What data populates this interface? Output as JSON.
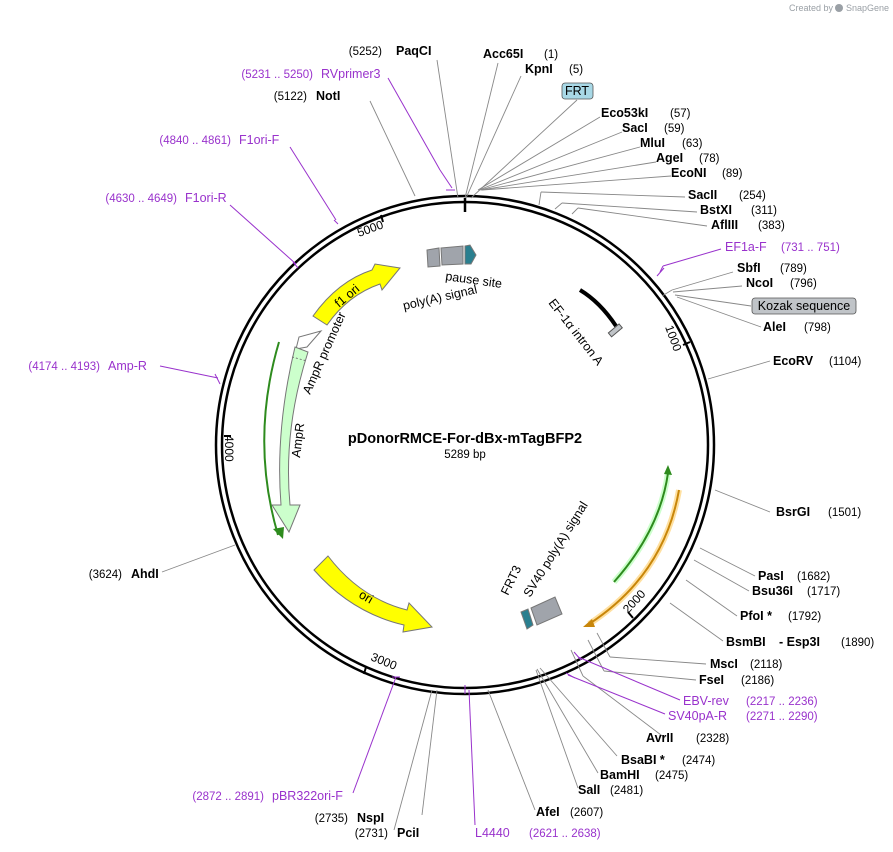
{
  "credit": {
    "prefix": "Created by",
    "brand": "SnapGene"
  },
  "plasmid": {
    "name": "pDonorRMCE-For-dBx-mTagBFP2",
    "size": "5289 bp"
  },
  "ticks": [
    "1000",
    "2000",
    "3000",
    "4000",
    "5000"
  ],
  "enzymes": [
    {
      "name": "PaqCI",
      "pos": "(5252)"
    },
    {
      "name": "Acc65I",
      "pos": "(1)"
    },
    {
      "name": "KpnI",
      "pos": "(5)"
    },
    {
      "name": "NotI",
      "pos": "(5122)"
    },
    {
      "name": "Eco53kI",
      "pos": "(57)"
    },
    {
      "name": "SacI",
      "pos": "(59)"
    },
    {
      "name": "MluI",
      "pos": "(63)"
    },
    {
      "name": "AgeI",
      "pos": "(78)"
    },
    {
      "name": "EcoNI",
      "pos": "(89)"
    },
    {
      "name": "SacII",
      "pos": "(254)"
    },
    {
      "name": "BstXI",
      "pos": "(311)"
    },
    {
      "name": "AflIII",
      "pos": "(383)"
    },
    {
      "name": "SbfI",
      "pos": "(789)"
    },
    {
      "name": "NcoI",
      "pos": "(796)"
    },
    {
      "name": "AleI",
      "pos": "(798)"
    },
    {
      "name": "EcoRV",
      "pos": "(1104)"
    },
    {
      "name": "BsrGI",
      "pos": "(1501)"
    },
    {
      "name": "PasI",
      "pos": "(1682)"
    },
    {
      "name": "Bsu36I",
      "pos": "(1717)"
    },
    {
      "name": "PfoI *",
      "pos": "(1792)"
    },
    {
      "name": "BsmBI",
      "pos": ""
    },
    {
      "name": "- Esp3I",
      "pos": "(1890)"
    },
    {
      "name": "MscI",
      "pos": "(2118)"
    },
    {
      "name": "FseI",
      "pos": "(2186)"
    },
    {
      "name": "AvrII",
      "pos": "(2328)"
    },
    {
      "name": "BsaBI *",
      "pos": "(2474)"
    },
    {
      "name": "BamHI",
      "pos": "(2475)"
    },
    {
      "name": "SalI",
      "pos": "(2481)"
    },
    {
      "name": "AfeI",
      "pos": "(2607)"
    },
    {
      "name": "NspI",
      "pos": "(2735)"
    },
    {
      "name": "PciI",
      "pos": "(2731)"
    },
    {
      "name": "AhdI",
      "pos": "(3624)"
    }
  ],
  "primers": [
    {
      "name": "RVprimer3",
      "range": "(5231 .. 5250)"
    },
    {
      "name": "F1ori-F",
      "range": "(4840 .. 4861)"
    },
    {
      "name": "F1ori-R",
      "range": "(4630 .. 4649)"
    },
    {
      "name": "Amp-R",
      "range": "(4174 .. 4193)"
    },
    {
      "name": "EF1a-F",
      "range": "(731 .. 751)"
    },
    {
      "name": "EBV-rev",
      "range": "(2217 .. 2236)"
    },
    {
      "name": "SV40pA-R",
      "range": "(2271 .. 2290)"
    },
    {
      "name": "pBR322ori-F",
      "range": "(2872 .. 2891)"
    },
    {
      "name": "L4440",
      "range": "(2621 .. 2638)"
    }
  ],
  "boxed_features": [
    "FRT",
    "Kozak sequence"
  ],
  "features": [
    "f1 ori",
    "AmpR promoter",
    "AmpR",
    "ori",
    "pause site",
    "poly(A) signal",
    "EF-1α intron A",
    "SV40 poly(A) signal",
    "FRT3"
  ],
  "colors": {
    "primer": "#9932cc",
    "f1_ori": "#ffff00",
    "ampr": "#ccffcc",
    "misc": "#a0a4ab",
    "frt3": "#2a7f8f",
    "orf_green": "#2e8b1e",
    "orf_orange": "#c8860a",
    "box_blue": "#a8d8e6",
    "box_grey": "#c0c4c8"
  }
}
